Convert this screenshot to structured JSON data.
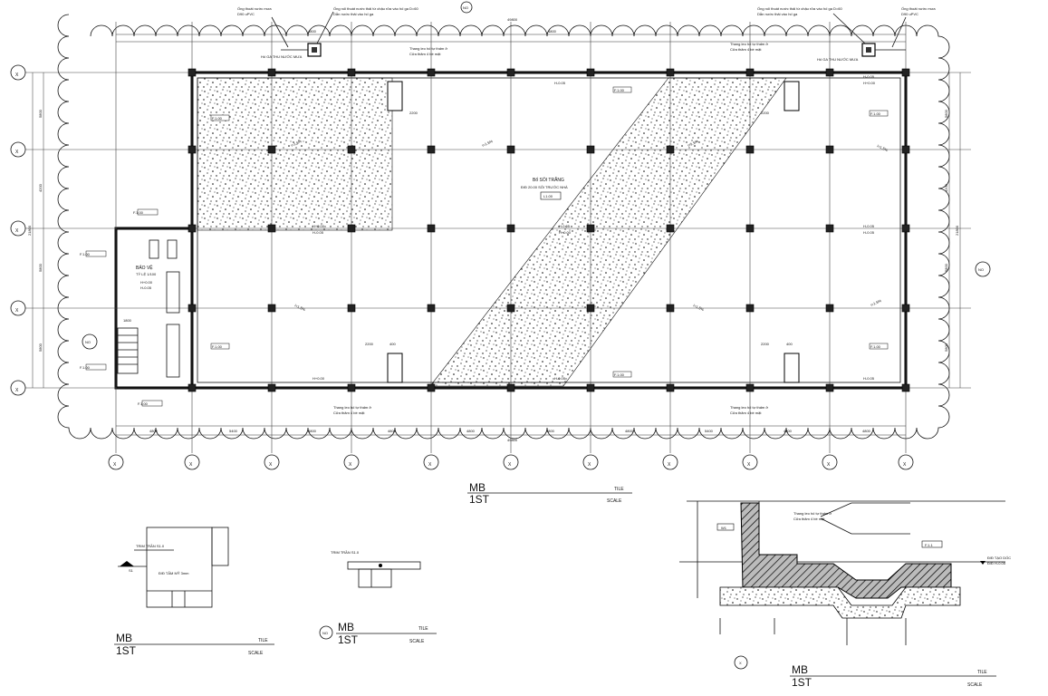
{
  "plan": {
    "dims_top": [
      "4800",
      "4800"
    ],
    "dims_total": "49800",
    "dims_bottom": [
      "4800",
      "5400",
      "4800",
      "4800",
      "4800",
      "4800",
      "4800",
      "5400",
      "4800",
      "4800"
    ],
    "dims_left": [
      "5800",
      "4200",
      "5800",
      "5800"
    ],
    "dims_left_total": "21800",
    "dims_right": [
      "5800",
      "4200",
      "5800",
      "5800"
    ],
    "dims_right_total": "21800",
    "center_label_line1": "Bổ SỎI TRẮNG",
    "center_label_line2": "Đ/Đ 20.00 SỎI TRƯỚC NHÀ",
    "center_tag": "L1.00",
    "room_label_line1": "BẢO VỆ",
    "room_label_line2": "TỶ LỆ 1/100",
    "room_level_1": "H+0.00",
    "room_level_2": "H-0.05",
    "level_tags": [
      "H+0.00",
      "H-0.05",
      "H-0.05",
      "H+0.00",
      "H-0.05",
      "H-0.05",
      "H-0.05",
      "H+0.00",
      "H+0.00",
      "H-0.05",
      "H-0.05",
      "H-0.05"
    ],
    "slope_tags": [
      "i=1.5%",
      "i=1.5%",
      "i=1.5%",
      "i=1.5%",
      "i=1.5%",
      "i=1.5%",
      "i=1.5%"
    ],
    "finish_tags": [
      "F.1.00",
      "F.1.00",
      "F.1.00",
      "F.1.00",
      "F.1.00",
      "F.1.00",
      "F.1.00",
      "F.1.00",
      "F.1.00",
      "F.1.00"
    ],
    "note_top_left_a": "Ống thoát nước mưa",
    "note_top_left_b": "D90 uPVC",
    "note_top_center": "Ống nối thoát nước thải từ chậu rửa vào hố ga D=60",
    "note_top_center_b": "Dẫn nước thải vào hố ga",
    "note_pit": "Hố GA THU NƯỚC MƯA",
    "note_pit_right": "Hố GA THU NƯỚC MƯA",
    "note_bottom": "Thang leo hố tự thấm ở",
    "note_bottom_b": "Cửa thăm 4 bề mặt",
    "note_mid_left": "Thang leo hố tự thấm ở",
    "note_mid_left_b": "Cửa thăm 4 bề mặt",
    "dim_2200": "2200",
    "dim_400": "400",
    "dim_1800": "1800",
    "north_label": "NO",
    "axis_label": "X"
  },
  "title_blocks": [
    {
      "title": "MB",
      "tile": "TILE",
      "sub": "1ST",
      "scale": "SCALE"
    },
    {
      "title": "MB",
      "tile": "TILE",
      "sub": "1ST",
      "scale": "SCALE"
    },
    {
      "title": "MB",
      "tile": "TILE",
      "sub": "1ST",
      "scale": "SCALE"
    },
    {
      "title": "MB",
      "tile": "TILE",
      "sub": "1ST",
      "scale": "SCALE"
    }
  ],
  "detail_a": {
    "label_top": "TRIM TRẦN S1.0",
    "marker": "S1",
    "text": "Đ/Đ TẤM MỸ 3mm"
  },
  "detail_b": {
    "label_top": "TRIM TRẦN S1.0"
  },
  "detail_c": {
    "tag_w": "W1",
    "tag_f": "F.1.1",
    "note_a": "Thang leo hố tự thấm ở",
    "note_b": "Cửa thăm 4 bề mặt",
    "note_right": "Đ/Đ TẠO DỐC",
    "note_right_b": "Đ/Đ H-0.05",
    "marker": "X"
  },
  "colors": {
    "line": "#111111",
    "hatch": "#000000",
    "paper": "#ffffff"
  }
}
